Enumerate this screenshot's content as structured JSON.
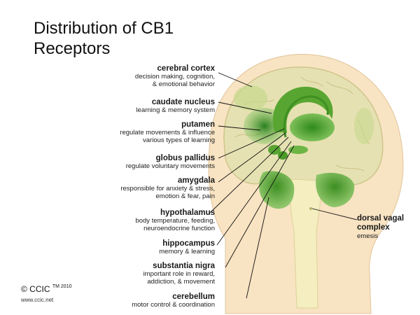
{
  "title_line1": "Distribution of CB1",
  "title_line2": "Receptors",
  "labels": [
    {
      "name": "cerebral cortex",
      "desc": [
        "decision making, cognition,",
        "& emotional behavior"
      ]
    },
    {
      "name": "caudate nucleus",
      "desc": [
        "learning & memory system"
      ]
    },
    {
      "name": "putamen",
      "desc": [
        "regulate movements & influence",
        "various types of learning"
      ]
    },
    {
      "name": "globus pallidus",
      "desc": [
        "regulate voluntary movements"
      ]
    },
    {
      "name": "amygdala",
      "desc": [
        "responsible for anxiety & stress,",
        "emotion & fear, pain"
      ]
    },
    {
      "name": "hypothalamus",
      "desc": [
        "body temperature, feeding,",
        "neuroendocrine function"
      ]
    },
    {
      "name": "hippocampus",
      "desc": [
        "memory & learning"
      ]
    },
    {
      "name": "substantia nigra",
      "desc": [
        "important role in reward,",
        "addiction, & movement"
      ]
    },
    {
      "name": "cerebellum",
      "desc": [
        "motor control & coordination"
      ]
    }
  ],
  "right_label": {
    "name": [
      "dorsal vagal",
      "complex"
    ],
    "desc": "emesis"
  },
  "copyright": "©  CCIC",
  "trademark": "TM 2010",
  "url": "www.ccic.net",
  "colors": {
    "skin": "#f8e3c2",
    "brain": "#e7e2b4",
    "receptor": "#4fa22a",
    "line": "#111111"
  }
}
